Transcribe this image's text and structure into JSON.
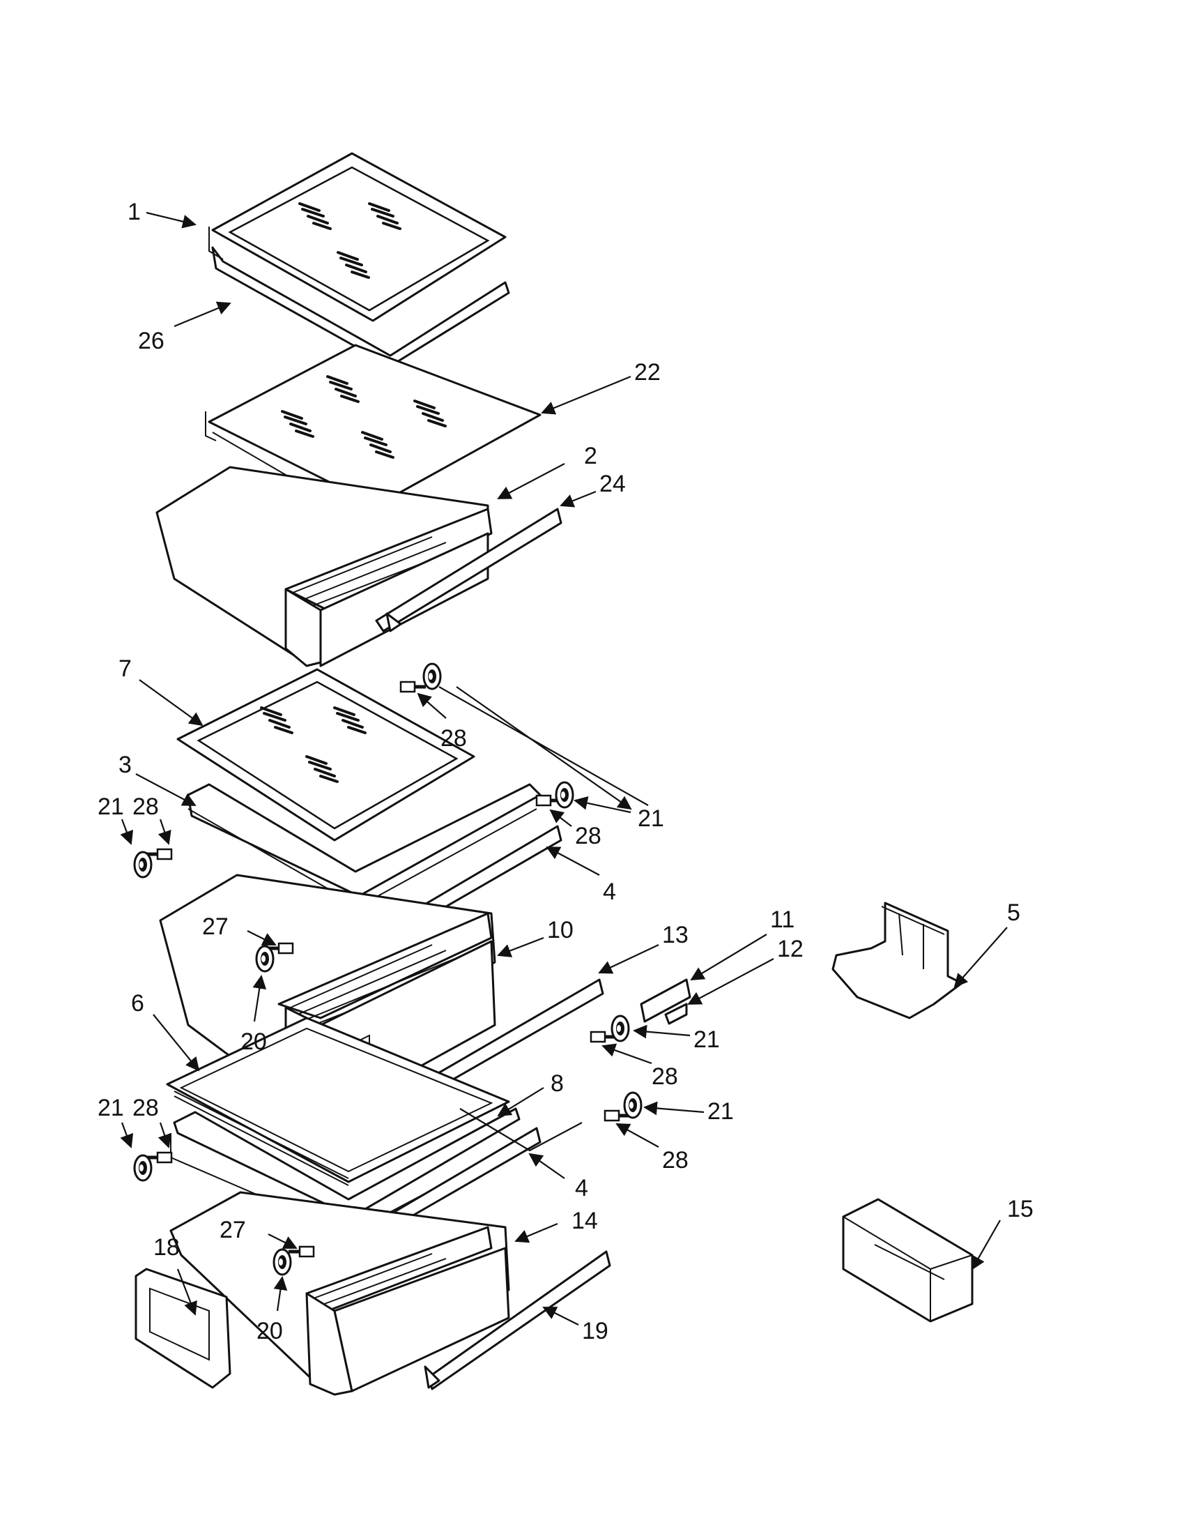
{
  "diagram": {
    "callouts": [
      "1",
      "26",
      "22",
      "2",
      "24",
      "7",
      "28",
      "3",
      "21",
      "28",
      "28",
      "21",
      "4",
      "27",
      "10",
      "13",
      "11",
      "12",
      "5",
      "6",
      "20",
      "21",
      "28",
      "8",
      "21",
      "21",
      "28",
      "28",
      "4",
      "27",
      "14",
      "15",
      "18",
      "20",
      "19"
    ]
  },
  "colors": {
    "ink": "#111111",
    "paper": "#ffffff"
  }
}
